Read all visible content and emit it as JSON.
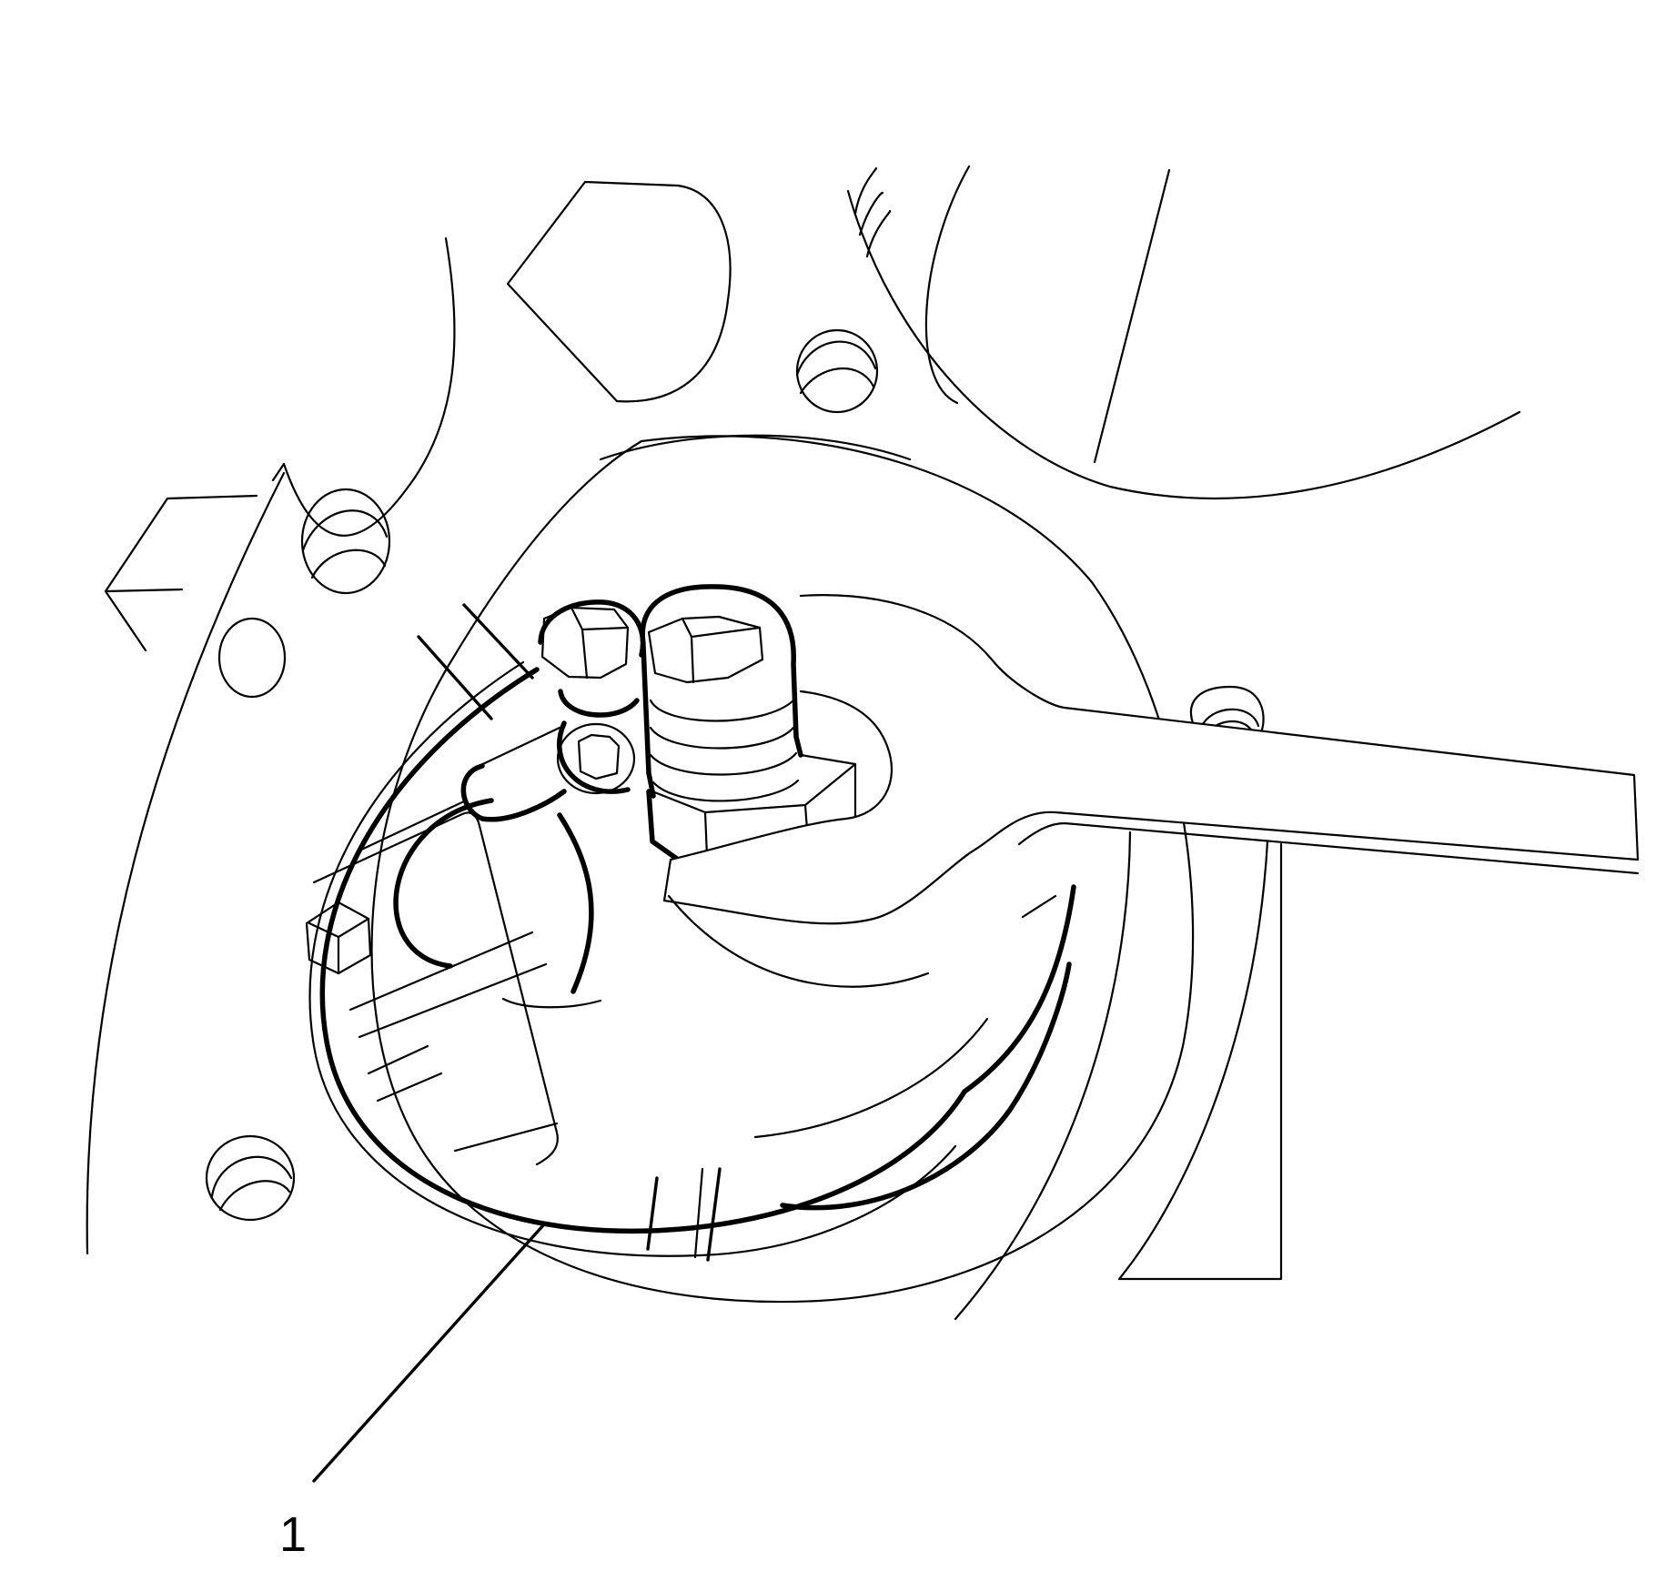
{
  "figure": {
    "type": "technical-line-drawing",
    "subject": "flywheel / crankshaft holding tool with wrench on bolt",
    "stroke_color": "#000000",
    "background_color": "#ffffff"
  },
  "callouts": [
    {
      "id": "1",
      "label": "1",
      "leader_from": [
        345,
        1628
      ],
      "leader_to": [
        597,
        1347
      ]
    }
  ]
}
